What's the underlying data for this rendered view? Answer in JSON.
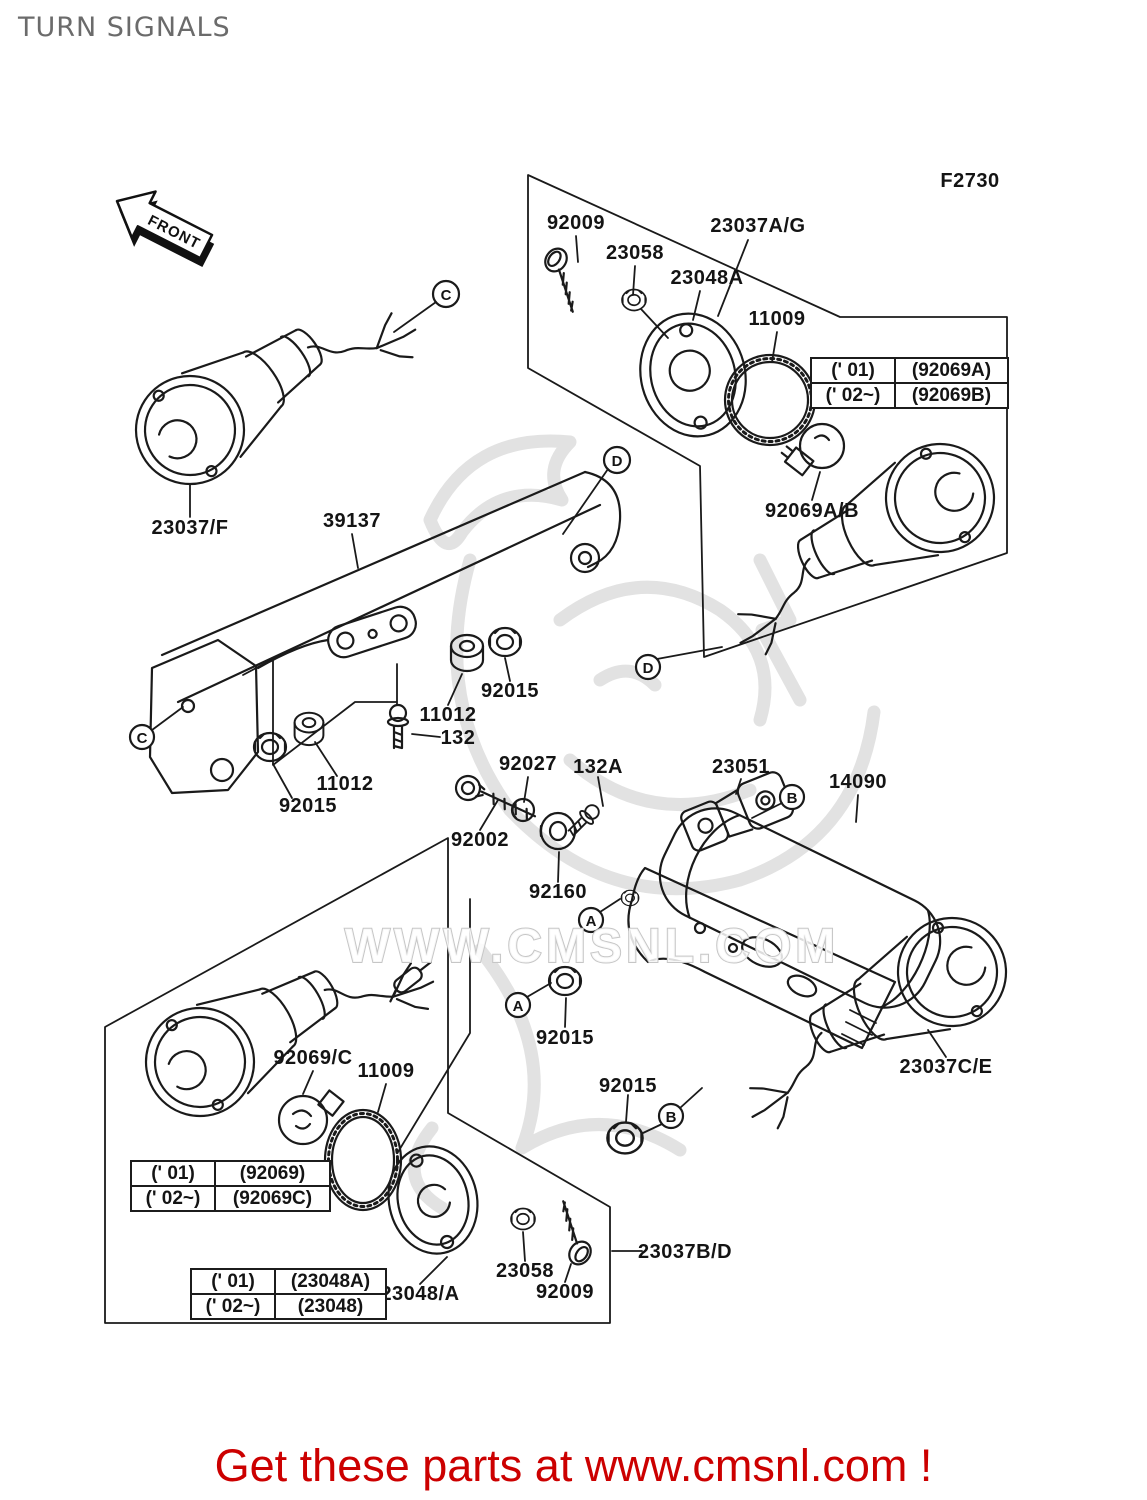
{
  "title": "TURN SIGNALS",
  "figure_code": "F2730",
  "front_label": "FRONT",
  "watermark": {
    "text": "WWW.CMSNL.COM"
  },
  "footer": {
    "text": "Get these parts at www.cmsnl.com !",
    "color": "#cc0000"
  },
  "colors": {
    "line": "#1a1a1a",
    "title_gray": "#6b6b6b",
    "watermark_gray": "#c6c6c6"
  },
  "callouts": {
    "a": "A",
    "b": "B",
    "c": "C",
    "d": "D"
  },
  "part_labels": {
    "l92009_top": "92009",
    "l23058_top": "23058",
    "l23048a": "23048A",
    "l23037ag": "23037A/G",
    "l11009_top": "11009",
    "l92069ab": "92069A/B",
    "l23037f": "23037/F",
    "l39137": "39137",
    "l92015_1": "92015",
    "l11012_1": "11012",
    "l132": "132",
    "l11012_2": "11012",
    "l92015_2": "92015",
    "l92027": "92027",
    "l92002": "92002",
    "l132a": "132A",
    "l23051": "23051",
    "l14090": "14090",
    "l92160": "92160",
    "l92015_3": "92015",
    "l92015_4": "92015",
    "l23037ce": "23037C/E",
    "l92069c": "92069/C",
    "l11009_2": "11009",
    "l23048a_2": "23048/A",
    "l23058_2": "23058",
    "l92009_2": "92009",
    "l23037bd": "23037B/D"
  },
  "tables": {
    "bulb_top": {
      "rows": [
        [
          "(' 01)",
          "(92069A)"
        ],
        [
          "(' 02~)",
          "(92069B)"
        ]
      ]
    },
    "bulb_bottom": {
      "rows": [
        [
          "(' 01)",
          "(92069)"
        ],
        [
          "(' 02~)",
          "(92069C)"
        ]
      ]
    },
    "lens_bottom": {
      "rows": [
        [
          "(' 01)",
          "(23048A)"
        ],
        [
          "(' 02~)",
          "(23048)"
        ]
      ]
    }
  }
}
